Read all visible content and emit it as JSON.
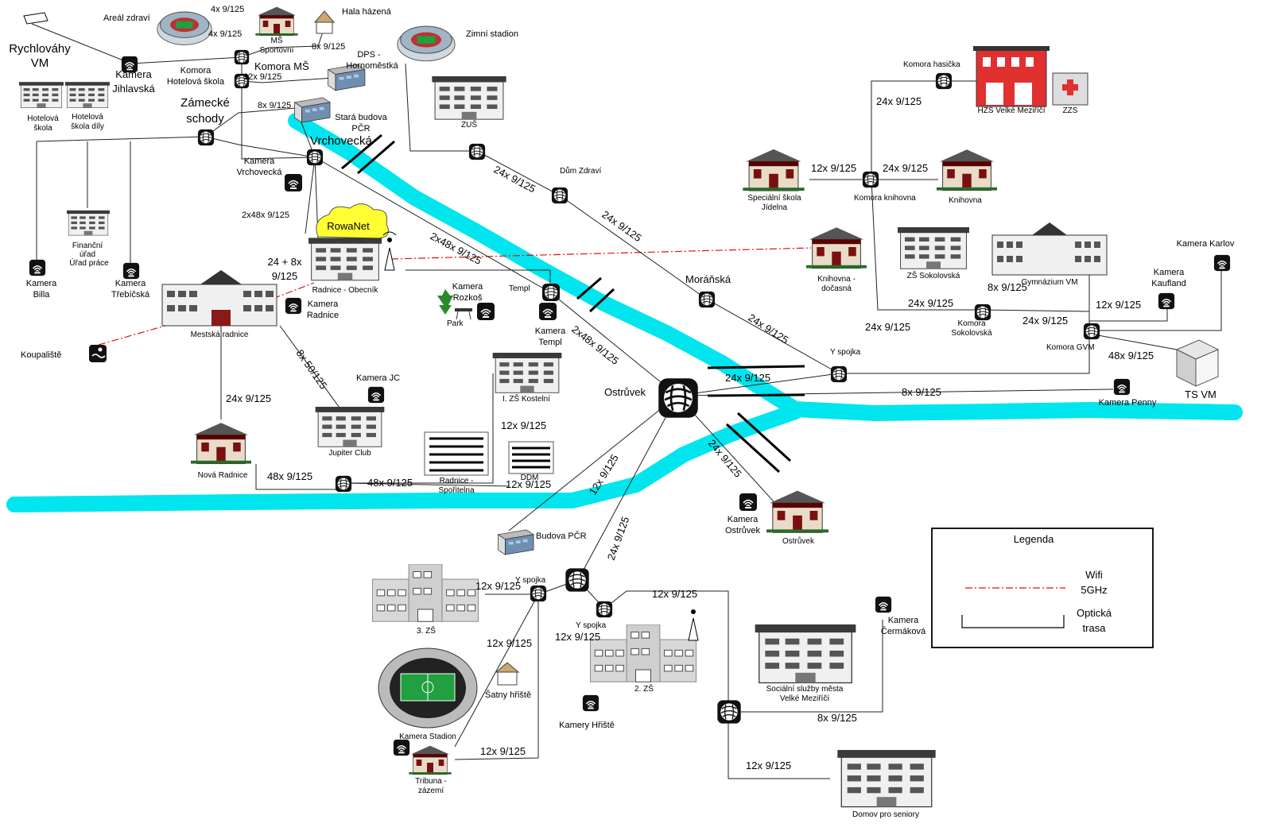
{
  "legend": {
    "title": "Legenda",
    "wifi": [
      "Wifi",
      "5GHz"
    ],
    "fiber": [
      "Optická",
      "trasa"
    ]
  },
  "colors": {
    "river": "#00e5ee",
    "wifi_line": "#e01010",
    "rowanet_cloud": "#ffff33",
    "fire_station": "#e03030",
    "building_roof": "#3a3a3a"
  },
  "icons": [
    "router-icon",
    "camera-icon",
    "building-icon",
    "house-icon",
    "stadium-icon",
    "cloud-icon",
    "antenna-icon",
    "hub-icon",
    "tree-icon",
    "server-icon",
    "swimmer-icon",
    "wireless-device-icon"
  ],
  "places": {
    "rychlovahy": [
      "Rychlováhy",
      "VM"
    ],
    "areal_zdravi": "Areál zdraví",
    "ms_sportovni": [
      "MŠ",
      "Sportovní"
    ],
    "hala_hazena": "Hala házená",
    "zimni_stadion": "Zimní stadion",
    "dps": [
      "DPS -",
      "Hornoměstká"
    ],
    "hotelova_skola": [
      "Hotelová",
      "škola"
    ],
    "hotelova_skola_diny": [
      "Hotelová",
      "škola díly"
    ],
    "stara_budova_pcr": [
      "Stará budova",
      "PČR"
    ],
    "zus": "ZUŠ",
    "financni_urad": [
      "Finanční",
      "úřad",
      "Úřad práce"
    ],
    "rowanet": "RowaNet",
    "radnice_obecnik": "Radnice - Obecník",
    "mestska_radnice": "Mestská radnice",
    "koupaliste": "Koupaliště",
    "park": "Park",
    "zs_kostelni": "I. ZŠ Kostelní",
    "jupiter_club": "Jupiter Club",
    "nova_radnice": "Nová Radnice",
    "radnice_spotelna": [
      "Radnice -",
      "Spořitelna"
    ],
    "ddm": "DDM",
    "budova_pcr": "Budova PČR",
    "zs3": "3. ZŠ",
    "satny": "Šatny hřiště",
    "tribuna": [
      "Tribuna -",
      "zázemí"
    ],
    "zs2": "2. ZŠ",
    "socialni_sluzby": [
      "Sociální služby města",
      "Velké Meziříčí"
    ],
    "domov_seniory": "Domov pro seniory",
    "ostruvek_bldg": "Ostrůvek",
    "specialni_skola": [
      "Speciální škola",
      "Jídelna"
    ],
    "knihovna": "Knihovna",
    "knihovna_docasna": [
      "Knihovna -",
      "dočasná"
    ],
    "zs_sokolovska": "ZŠ Sokolovská",
    "gymnazium": "Gymnázium VM",
    "hzs": "HZS Velké Meziříčí",
    "zzs": "ZZS",
    "ts_vm": "TS VM"
  },
  "nodes": {
    "zamecke_schody": [
      "Zámecké",
      "schody"
    ],
    "vrchovecka": "Vrchovecká",
    "komora_hotelova": [
      "Komora",
      "Hotelová škola"
    ],
    "komora_ms": "Komora MŠ",
    "dum_zdravi": "Dům Zdraví",
    "moranska": "Moráňská",
    "templ": "Templ",
    "ostruvek": "Ostrůvek",
    "y_spojka_east": "Y spojka",
    "y_spojka_3zs": "Y spojka",
    "y_spojka_2zs": "Y spojka",
    "komora_hasicka": "Komora hasička",
    "komora_knihovna": "Komora knihovna",
    "komora_sokolovska": [
      "Komora",
      "Sokolovská"
    ],
    "komora_gvm": "Komora GVM"
  },
  "cameras": {
    "jihlavska": [
      "Kamera",
      "Jihlavská"
    ],
    "vrchovecka": [
      "Kamera",
      "Vrchovecká"
    ],
    "billa": [
      "Kamera",
      "Billa"
    ],
    "trebicska": [
      "Kamera",
      "Třebíčská"
    ],
    "radnice": [
      "Kamera",
      "Radnice"
    ],
    "rozkos": [
      "Kamera",
      "Rozkoš"
    ],
    "templ": [
      "Kamera",
      "Templ"
    ],
    "jc": "Kamera JC",
    "ostruvek": [
      "Kamera",
      "Ostrůvek"
    ],
    "stadion": "Kamera Stadion",
    "hriste": "Kamery Hřiště",
    "cermakova": [
      "Kamera",
      "Čermáková"
    ],
    "penny": "Kamera Penny",
    "kaufland": [
      "Kamera",
      "Kaufland"
    ],
    "karlov": "Kamera Karlov"
  },
  "cables": {
    "c_4x_a": "4x 9/125",
    "c_4x_b": "4x 9/125",
    "c_8x_ms": "8x 9/125",
    "c_12x_hs": "12x 9/125",
    "c_8x_stara": "8x 9/125",
    "c_2x48_vert": "2x48x 9/125",
    "c_24_8": [
      "24 + 8x",
      "9/125"
    ],
    "c_2x48_diag": "2x48x 9/125",
    "c_24x_zus": "24x 9/125",
    "c_24x_dz": "24x 9/125",
    "c_2x48_templ": "2x48x 9/125",
    "c_24x_mor": "24x 9/125",
    "c_24x_osy": "24x 9/125",
    "c_8x_penny": "8x 9/125",
    "c_8x50": "8x 50/125",
    "c_24x_nr": "24x 9/125",
    "c_48x_nr": "48x 9/125",
    "c_48x_jc": "48x 9/125",
    "c_12x_kost": "12x 9/125",
    "c_12x_ddm": "12x 9/125",
    "c_12x_pcr": "12x 9/125",
    "c_24x_south": "24x 9/125",
    "c_24x_ostr": "24x 9/125",
    "c_12x_3zs": "12x 9/125",
    "c_12x_y2": "12x 9/125",
    "c_12x_stad": "12x 9/125",
    "c_12x_stad2": "12x 9/125",
    "c_12x_2zs": "12x 9/125",
    "c_8x_cerm": "8x 9/125",
    "c_12x_dom": "12x 9/125",
    "c_24x_has": "24x 9/125",
    "c_12x_spec": "12x 9/125",
    "c_24x_knih": "24x 9/125",
    "c_24x_sok1": "24x 9/125",
    "c_24x_sok2": "24x 9/125",
    "c_24x_gvm": "24x 9/125",
    "c_8x_gym": "8x 9/125",
    "c_12x_gvm": "12x 9/125",
    "c_48x_ts": "48x 9/125"
  }
}
